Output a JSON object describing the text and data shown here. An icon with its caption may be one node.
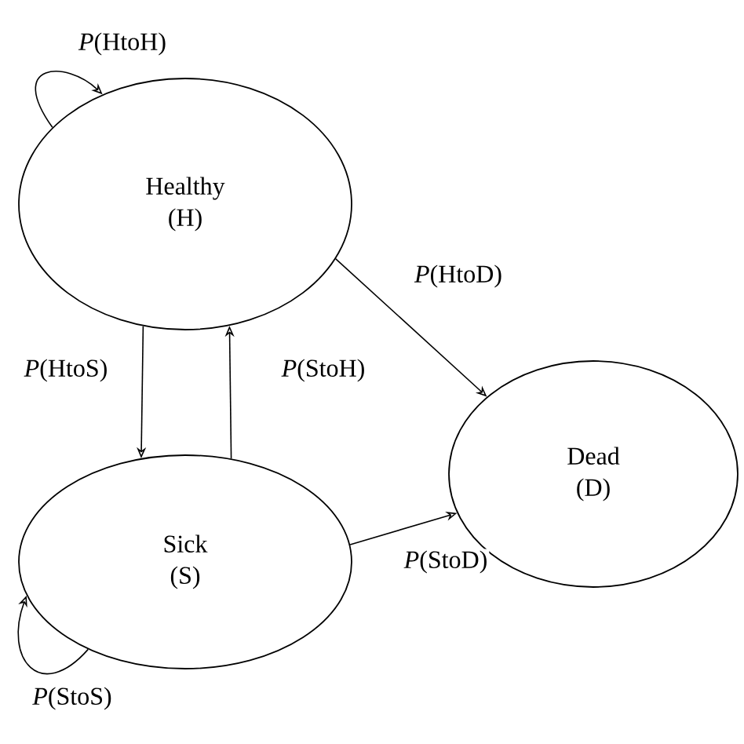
{
  "diagram": {
    "nodes": [
      {
        "text": [
          "Healthy",
          "(H)"
        ]
      },
      {
        "text": [
          "Sick",
          "(S)"
        ]
      },
      {
        "text": [
          "Dead",
          "(D)"
        ]
      }
    ],
    "edges": [
      {
        "from": 0,
        "to": 0,
        "arrow": "to",
        "label": "*P*(HtoH)"
      },
      {
        "from": 0,
        "to": 1,
        "arrow": "to",
        "label": "*P*(HtoS)"
      },
      {
        "from": 1,
        "to": 0,
        "arrow": "to",
        "label": "*P*(StoH)"
      },
      {
        "from": 0,
        "to": 2,
        "arrow": "to",
        "label": "*P*(HtoD)"
      },
      {
        "from": 1,
        "to": 2,
        "arrow": "to",
        "label": "*P*(StoD)"
      },
      {
        "from": 1,
        "to": 1,
        "arrow": "to",
        "label": "*P*(StoS)"
      }
    ]
  }
}
